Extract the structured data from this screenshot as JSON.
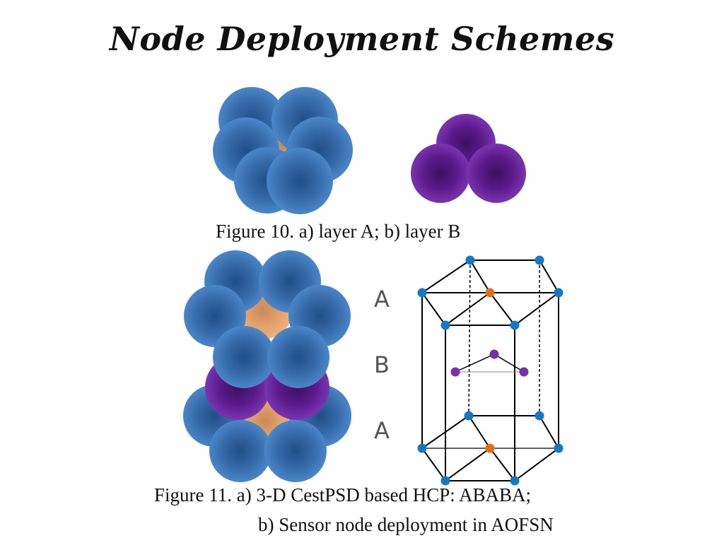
{
  "slide": {
    "title": "Node Deployment Schemes"
  },
  "figure10": {
    "caption": "Figure 10. a) layer A;  b) layer B"
  },
  "figure11": {
    "caption_line1": "Figure 11. a) 3-D CestPSD based HCP: ABABA;",
    "caption_line2": "b) Sensor node deployment in AOFSN",
    "layer_labels": [
      "A",
      "B",
      "A"
    ]
  },
  "colors": {
    "layer_a_sphere": "#3a74b8",
    "layer_b_sphere": "#6a1f9e",
    "center_node": "#e8a56a",
    "lattice_node_blue": "#1478c8",
    "lattice_node_orange": "#e07018",
    "lattice_node_purple": "#7a2ea8"
  }
}
